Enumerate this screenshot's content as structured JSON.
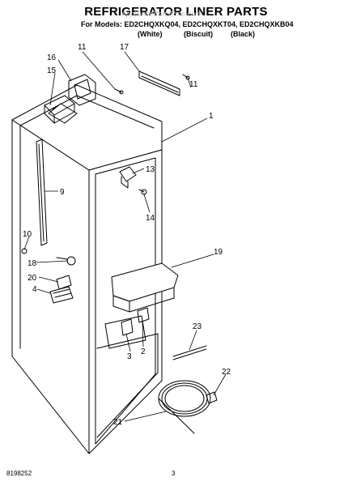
{
  "header": {
    "title": "REFRIGERATOR LINER PARTS",
    "models_line": "For Models: ED2CHQXKQ04, ED2CHQXKT04, ED2CHQXKB04",
    "variant_white": "(White)",
    "variant_biscuit": "(Biscuit)",
    "variant_black": "(Black)",
    "watermark": "AppliancePartsPros.com"
  },
  "callouts": [
    "1",
    "2",
    "3",
    "4",
    "9",
    "10",
    "11",
    "11",
    "13",
    "14",
    "15",
    "16",
    "17",
    "18",
    "19",
    "20",
    "21",
    "22",
    "23"
  ],
  "footer": {
    "doc_number": "8198252",
    "page_number": "3"
  }
}
